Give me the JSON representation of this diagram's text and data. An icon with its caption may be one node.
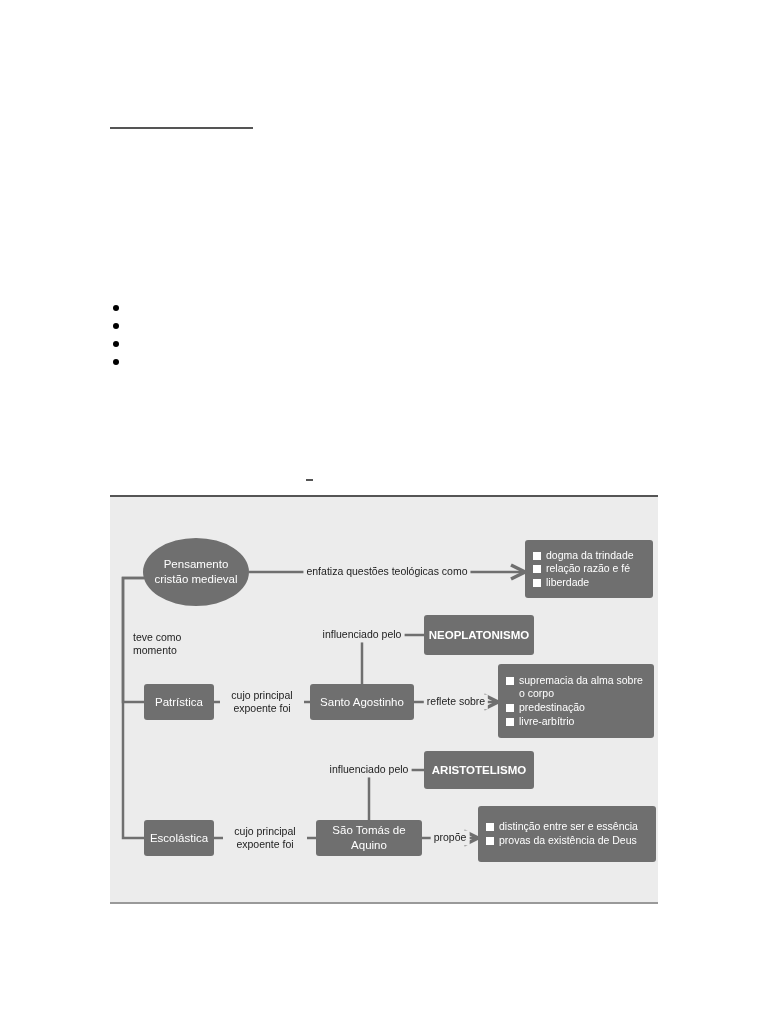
{
  "diagram": {
    "nodes": [
      {
        "text": [
          "Pensamento cristão medieval"
        ]
      },
      {
        "text": [
          "dogma da trindade",
          "relação razão e fé",
          "liberdade"
        ]
      },
      {
        "text": [
          "NEOPLATONISMO"
        ]
      },
      {
        "text": [
          "Patrística"
        ]
      },
      {
        "text": [
          "Santo Agostinho"
        ]
      },
      {
        "text": [
          "supremacia da alma sobre o corpo",
          "predestinação",
          "livre-arbítrio"
        ]
      },
      {
        "text": [
          "ARISTOTELISMO"
        ]
      },
      {
        "text": [
          "Escolástica"
        ]
      },
      {
        "text": [
          "São Tomás de Aquino"
        ]
      },
      {
        "text": [
          "distinção entre ser e essência",
          "provas da existência de Deus"
        ]
      }
    ],
    "edges": [
      {
        "from": 0,
        "to": 1,
        "arrow": "to",
        "label": "enfatiza questões teológicas como"
      },
      {
        "from": 0,
        "to": 3,
        "arrow": "none",
        "label": "teve como momento"
      },
      {
        "from": 0,
        "to": 7,
        "arrow": "none"
      },
      {
        "from": 3,
        "to": 4,
        "arrow": "none",
        "label": "cujo principal expoente foi"
      },
      {
        "from": 4,
        "to": 2,
        "arrow": "none",
        "label": "influenciado pelo"
      },
      {
        "from": 4,
        "to": 5,
        "arrow": "to",
        "label": "reflete sobre"
      },
      {
        "from": 7,
        "to": 8,
        "arrow": "none",
        "label": "cujo principal expoente foi"
      },
      {
        "from": 8,
        "to": 6,
        "arrow": "none",
        "label": "influenciado pelo"
      },
      {
        "from": 8,
        "to": 9,
        "arrow": "to",
        "label": "propõe"
      }
    ]
  }
}
